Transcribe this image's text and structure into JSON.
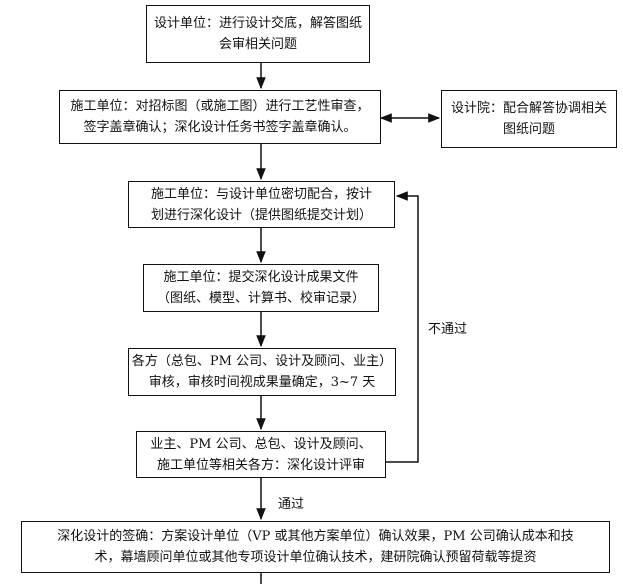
{
  "nodes": {
    "n1": [
      "设计单位：进行设计交底，解答图纸",
      "会审相关问题"
    ],
    "n2": [
      "施工单位：对招标图（或施工图）进行工艺性审查，",
      "签字盖章确认；深化设计任务书签字盖章确认。"
    ],
    "n2b": [
      "设计院：配合解答协调相关",
      "图纸问题"
    ],
    "n3": [
      "施工单位：与设计单位密切配合，按计",
      "划进行深化设计（提供图纸提交计划）"
    ],
    "n4": [
      "施工单位：提交深化设计成果文件",
      "（图纸、模型、计算书、校审记录）"
    ],
    "n5": [
      "各方（总包、PM 公司、设计及顾问、业主）",
      "审核，审核时间视成果量确定，3~7 天"
    ],
    "n6": [
      "业主、PM 公司、总包、设计及顾问、",
      "施工单位等相关各方：深化设计评审"
    ],
    "n7": [
      "深化设计的签确：方案设计单位（VP 或其他方案单位）确认效果，PM 公司确认成本和技",
      "术，幕墙顾问单位或其他专项设计单位确认技术，建研院确认预留荷载等提资"
    ]
  },
  "labels": {
    "fail": "不通过",
    "pass": "通过"
  }
}
